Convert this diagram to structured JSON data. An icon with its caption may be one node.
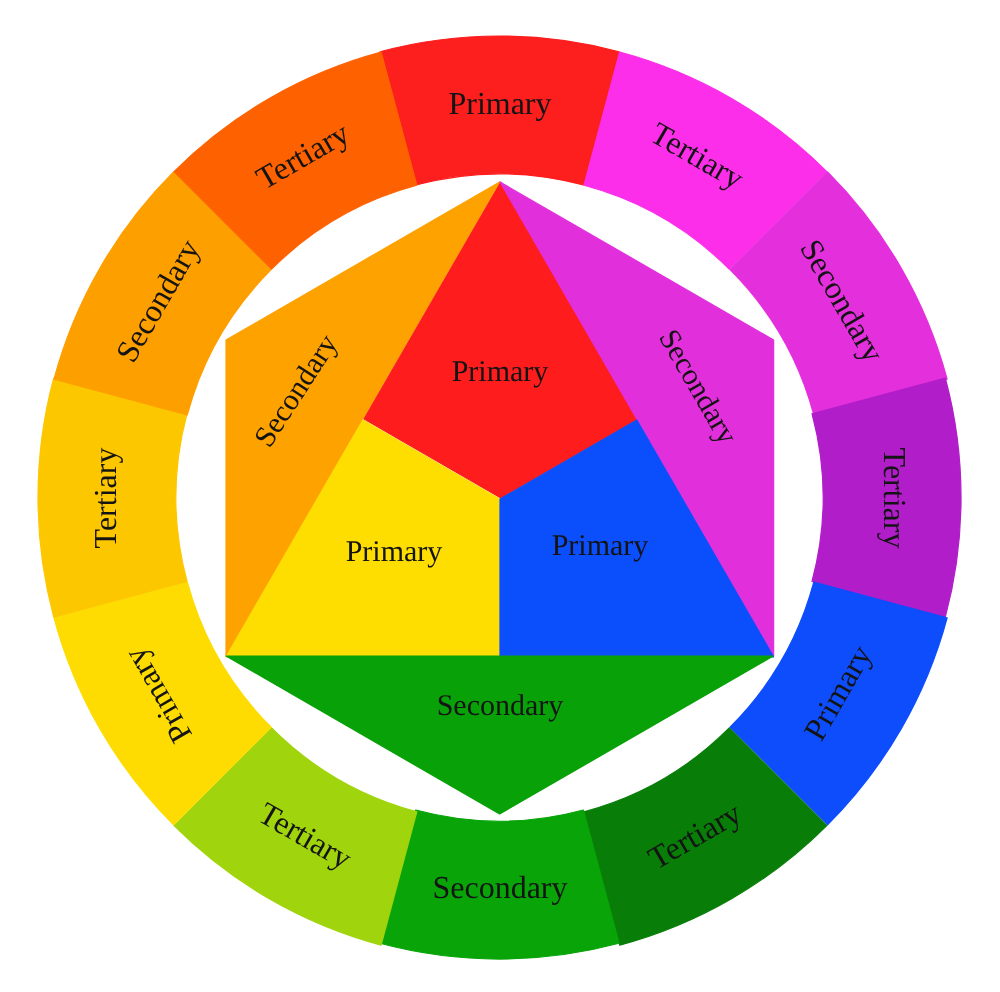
{
  "diagram": {
    "nodes": [
      {
        "text": [
          "Primary"
        ]
      },
      {
        "text": [
          "Tertiary"
        ]
      },
      {
        "text": [
          "Secondary"
        ]
      },
      {
        "text": [
          "Tertiary"
        ]
      },
      {
        "text": [
          "Primary"
        ]
      },
      {
        "text": [
          "Tertiary"
        ]
      },
      {
        "text": [
          "Secondary"
        ]
      },
      {
        "text": [
          "Tertiary"
        ]
      },
      {
        "text": [
          "Primary"
        ]
      },
      {
        "text": [
          "Tertiary"
        ]
      },
      {
        "text": [
          "Secondary"
        ]
      },
      {
        "text": [
          "Tertiary"
        ]
      },
      {
        "text": [
          "Secondary"
        ]
      },
      {
        "text": [
          "Primary"
        ]
      },
      {
        "text": [
          "Secondary"
        ]
      },
      {
        "text": [
          "Primary"
        ]
      },
      {
        "text": [
          "Primary"
        ]
      },
      {
        "text": [
          "Secondary"
        ]
      }
    ]
  }
}
